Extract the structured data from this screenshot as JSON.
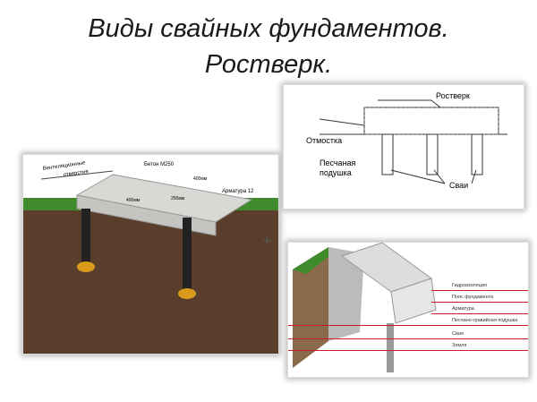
{
  "title": {
    "line1": "Виды свайных фундаментов.",
    "line2": "Ростверк."
  },
  "left_diagram": {
    "vent": "Вентиляционные отверстия",
    "vent1": "Вентиляционные",
    "vent2": "отверстия",
    "concrete": "Бетон М250",
    "dim_top": "400мм",
    "dim_height": "400мм",
    "dim_width": "250мм",
    "rebar": "Арматура 12"
  },
  "top_right_diagram": {
    "grillage": "Ростверк",
    "blind_area": "Отмостка",
    "sand1": "Песчаная",
    "sand2": "подушка",
    "piles": "Сваи"
  },
  "plus": "+",
  "bottom_right_diagram": {
    "labels": [
      "Гидроизоляция",
      "Пояс фундамента",
      "Арматура",
      "Песчано-гравийная подушка",
      "Свая",
      "Земля"
    ]
  },
  "colors": {
    "leader": "#c8202a",
    "soil": "#5a3e2b",
    "grass": "#3f8a2a",
    "concrete": "#d8d8d4"
  }
}
